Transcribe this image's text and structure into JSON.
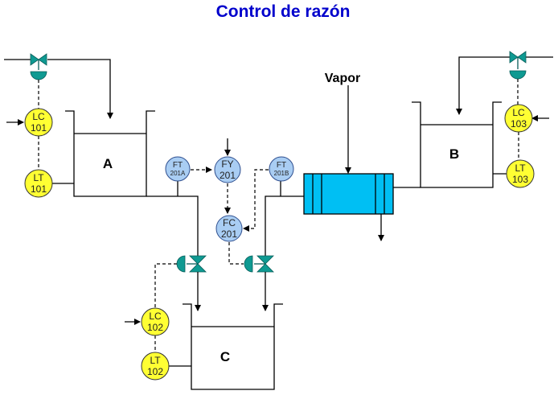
{
  "title": "Control de razón",
  "tanks": {
    "A": "A",
    "B": "B",
    "C": "C"
  },
  "vapor_label": "Vapor",
  "instruments": {
    "LC101": {
      "tag": "LC",
      "num": "101"
    },
    "LT101": {
      "tag": "LT",
      "num": "101"
    },
    "LC102": {
      "tag": "LC",
      "num": "102"
    },
    "LT102": {
      "tag": "LT",
      "num": "102"
    },
    "LC103": {
      "tag": "LC",
      "num": "103"
    },
    "LT103": {
      "tag": "LT",
      "num": "103"
    },
    "FT201A": {
      "tag": "FT",
      "num": "201A"
    },
    "FT201B": {
      "tag": "FT",
      "num": "201B"
    },
    "FY201": {
      "tag": "FY",
      "num": "201"
    },
    "FC201": {
      "tag": "FC",
      "num": "201"
    }
  },
  "colors": {
    "title": "#0000cc",
    "level_instrument": "#ffff33",
    "flow_instrument": "#a9cdf3",
    "valve": "#0f9a92",
    "heat_exchanger": "#00bff3"
  }
}
